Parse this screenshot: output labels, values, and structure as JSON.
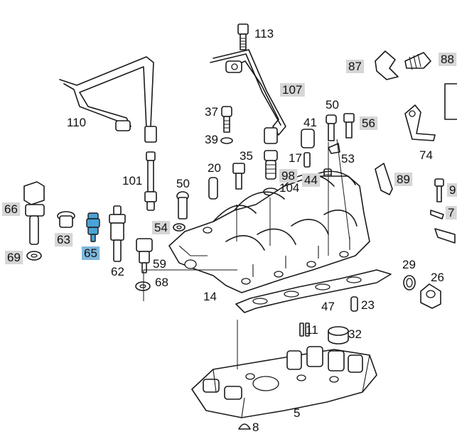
{
  "diagram": {
    "highlight_color": "#7fb8dc",
    "label_bg_color": "#d6d6d6",
    "highlighted_part": "65",
    "callouts": [
      {
        "id": "113",
        "text": "113",
        "bg": false
      },
      {
        "id": "87",
        "text": "87",
        "bg": true
      },
      {
        "id": "88",
        "text": "88",
        "bg": true
      },
      {
        "id": "107",
        "text": "107",
        "bg": true
      },
      {
        "id": "110",
        "text": "110",
        "bg": false
      },
      {
        "id": "37",
        "text": "37",
        "bg": false
      },
      {
        "id": "50a",
        "text": "50",
        "bg": false
      },
      {
        "id": "56",
        "text": "56",
        "bg": true
      },
      {
        "id": "41",
        "text": "41",
        "bg": false
      },
      {
        "id": "39",
        "text": "39",
        "bg": false
      },
      {
        "id": "74",
        "text": "74",
        "bg": false
      },
      {
        "id": "35",
        "text": "35",
        "bg": false
      },
      {
        "id": "17",
        "text": "17",
        "bg": false
      },
      {
        "id": "53",
        "text": "53",
        "bg": false
      },
      {
        "id": "101",
        "text": "101",
        "bg": false
      },
      {
        "id": "20",
        "text": "20",
        "bg": false
      },
      {
        "id": "98",
        "text": "98",
        "bg": true
      },
      {
        "id": "44",
        "text": "44",
        "bg": true
      },
      {
        "id": "89",
        "text": "89",
        "bg": true
      },
      {
        "id": "9",
        "text": "9",
        "bg": true
      },
      {
        "id": "50b",
        "text": "50",
        "bg": false
      },
      {
        "id": "104",
        "text": "104",
        "bg": false
      },
      {
        "id": "66",
        "text": "66",
        "bg": true
      },
      {
        "id": "7",
        "text": "7",
        "bg": true
      },
      {
        "id": "54",
        "text": "54",
        "bg": true
      },
      {
        "id": "63",
        "text": "63",
        "bg": true
      },
      {
        "id": "65",
        "text": "65",
        "bg": false,
        "highlight": true
      },
      {
        "id": "69",
        "text": "69",
        "bg": true
      },
      {
        "id": "59",
        "text": "59",
        "bg": false
      },
      {
        "id": "62",
        "text": "62",
        "bg": false
      },
      {
        "id": "29",
        "text": "29",
        "bg": false
      },
      {
        "id": "68",
        "text": "68",
        "bg": false
      },
      {
        "id": "26",
        "text": "26",
        "bg": false
      },
      {
        "id": "14",
        "text": "14",
        "bg": false
      },
      {
        "id": "47",
        "text": "47",
        "bg": false
      },
      {
        "id": "23",
        "text": "23",
        "bg": false
      },
      {
        "id": "11",
        "text": "11",
        "bg": false
      },
      {
        "id": "32",
        "text": "32",
        "bg": false
      },
      {
        "id": "5",
        "text": "5",
        "bg": false
      },
      {
        "id": "8",
        "text": "8",
        "bg": false
      }
    ]
  }
}
